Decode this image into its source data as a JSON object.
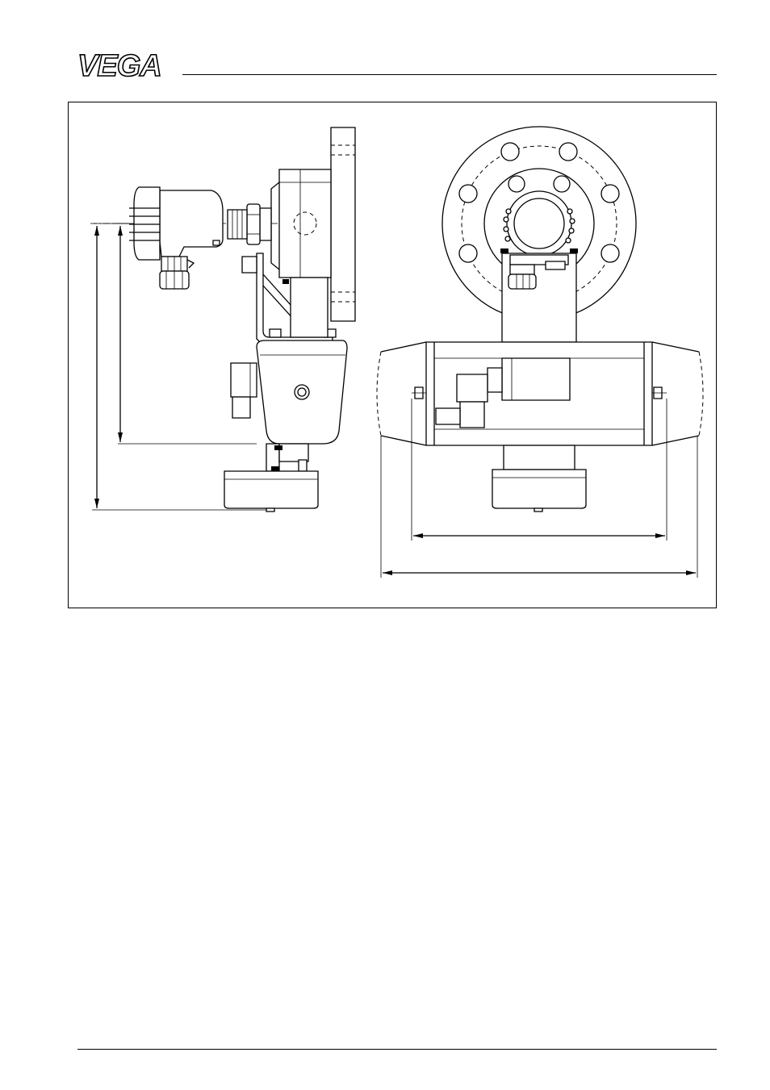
{
  "header": {
    "logo_text": "VEGA",
    "logo_icon": "vega-logo-icon"
  },
  "figure": {
    "views": [
      "side-view",
      "front-view"
    ]
  }
}
